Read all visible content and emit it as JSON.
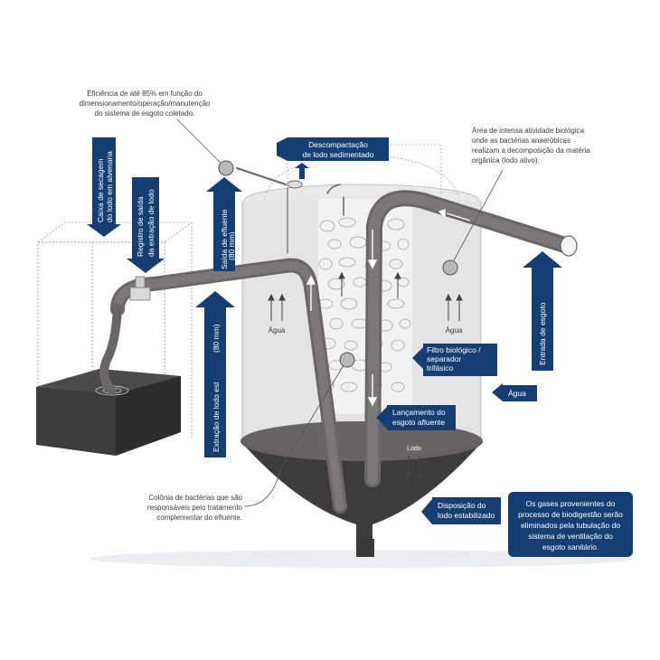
{
  "annotations": {
    "efficiency": [
      "Eficiência de até 85% em função do",
      "dimensionamento/operação/manutenção",
      "do sistema de esgoto coletado."
    ],
    "bio_area": [
      "Área de intensa atividade biológica",
      "onde as bactérias anaeróbicas",
      "realizam a decomposição da matéria",
      "orgânica (lodo ativo)."
    ],
    "colony": [
      "Colônia de bactérias que são",
      "responsáveis pelo tratamento",
      "complementar do efluente."
    ]
  },
  "labels": {
    "decompactacao": [
      "Descompactação",
      "de lodo sedimentado"
    ],
    "caixa_secagem": [
      "Caixa de secagem",
      "do lodo em alvenaria"
    ],
    "registro": [
      "Registro de saída",
      "da extração de lodo"
    ],
    "saida_efluente": [
      "Saída de efluente",
      "(80 mm)"
    ],
    "extracao": [
      "Extração de lodo est",
      "(80 mm)"
    ],
    "entrada": "Entrada de esgoto",
    "filtro": [
      "Filtro biológico /",
      "separador",
      "trifásico"
    ],
    "lancamento": [
      "Lançamento do",
      "esgoto afluente"
    ],
    "disposicao": [
      "Disposição do",
      "lodo estabilizado"
    ],
    "agua_side": "Água",
    "agua_left": "Água",
    "agua_right": "Água",
    "lodo": "Lodo",
    "gases": [
      "Os gases provenientes do",
      "processo de biodigestão serão",
      "eliminados pela tubulação do",
      "sistema de ventilação do",
      "esgoto sanitário."
    ]
  },
  "colors": {
    "navy": "#153f73",
    "pipe": "#6b6666",
    "sludge": "#3a3838",
    "tank_light": "#e4e4e6",
    "line": "#555555"
  }
}
